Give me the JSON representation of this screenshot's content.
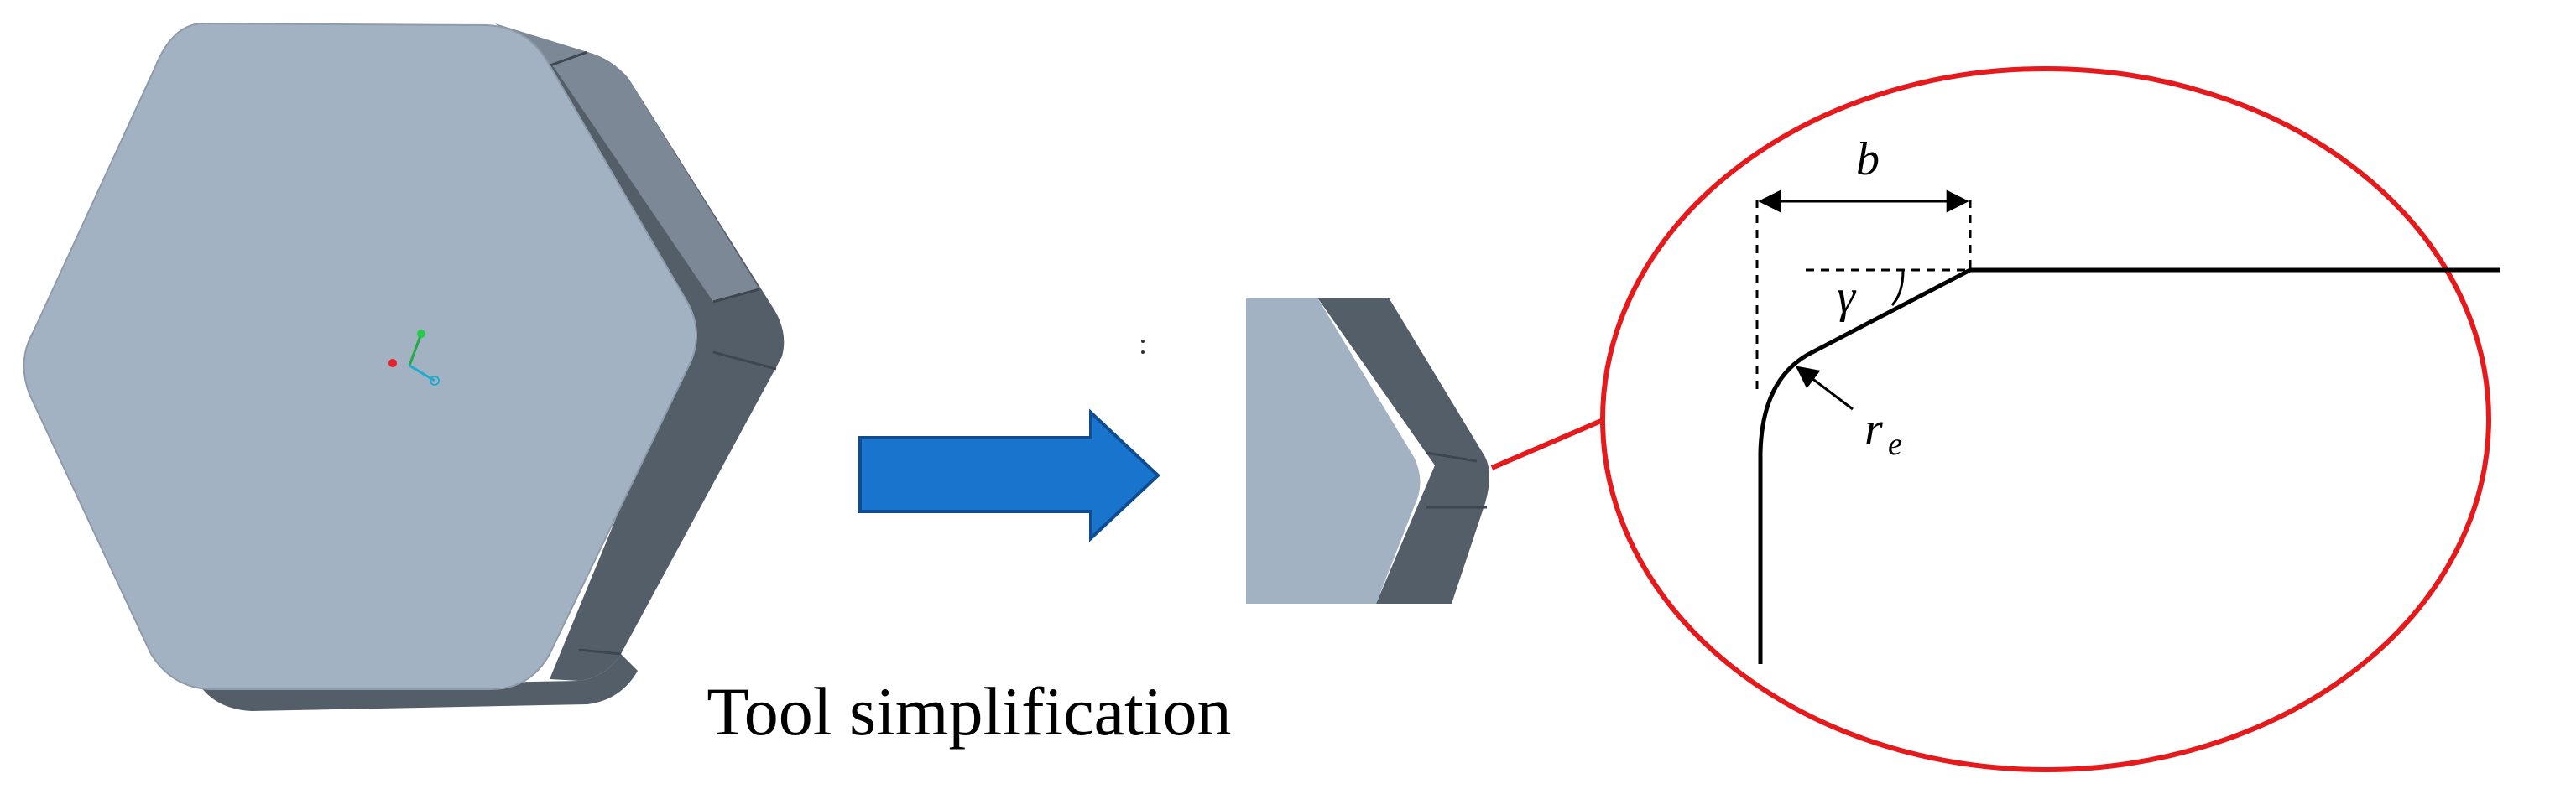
{
  "caption": "Tool simplification",
  "labels": {
    "chamfer_width": "b",
    "chamfer_angle": "γ",
    "edge_radius": "r",
    "edge_radius_subscript": "e"
  },
  "colors": {
    "insert_face": "#A3B2C3",
    "insert_side_light": "#7C8895",
    "insert_side_dark": "#545E69",
    "insert_edge_line": "#3E4650",
    "arrow": "#1874CD",
    "arrow_edge": "#0E4D91",
    "zoom_circle": "#E41A1C",
    "profile_line": "#000000"
  },
  "icons": [
    "coordinate-axes-icon",
    "right-arrow-icon",
    "dimension-arrow-icon"
  ]
}
